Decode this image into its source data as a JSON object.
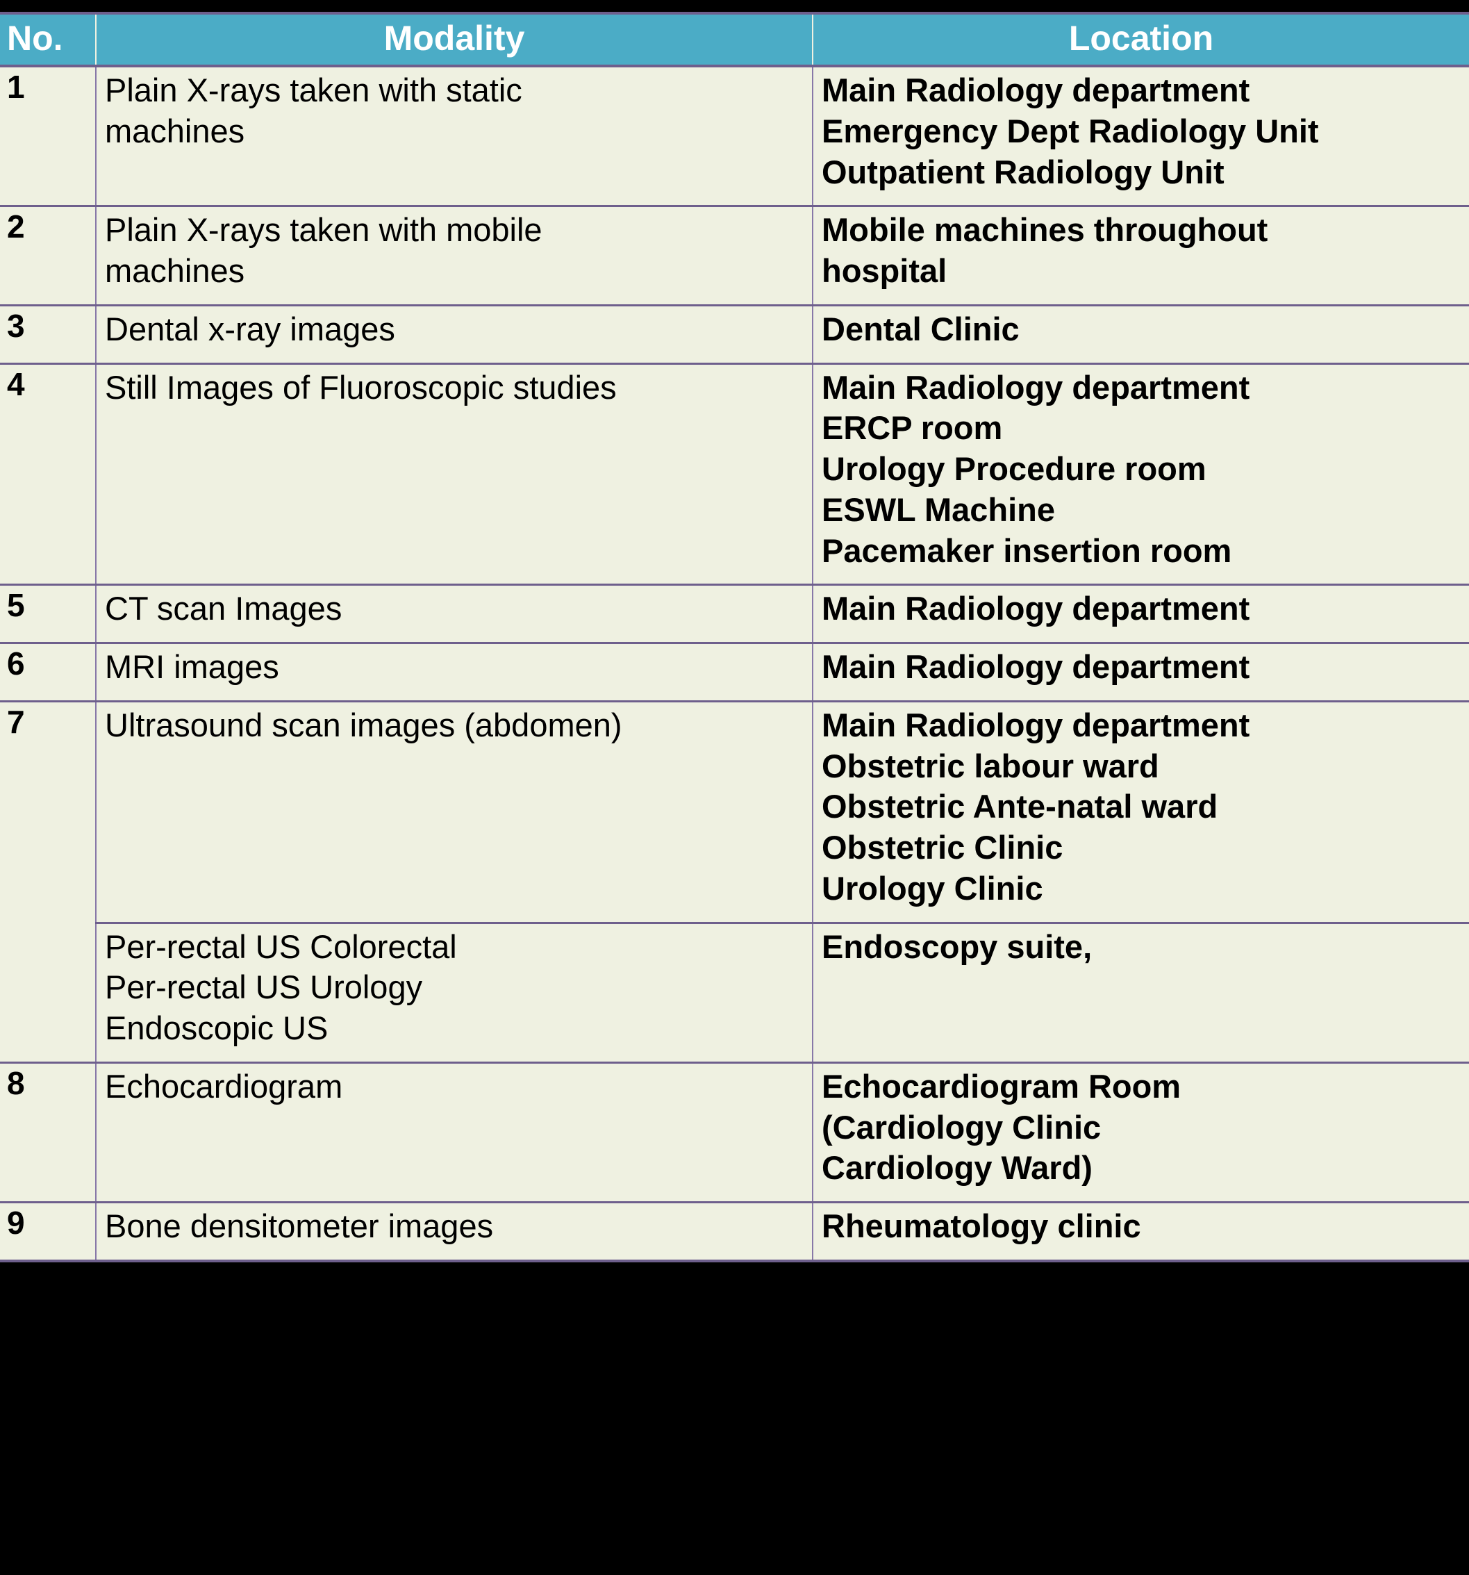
{
  "table": {
    "headers": {
      "no": "No.",
      "modality": "Modality",
      "location": "Location"
    },
    "colors": {
      "header_background": "#4BACC6",
      "header_text": "#FFFFFF",
      "cell_background": "#EFF1E1",
      "cell_text": "#000000",
      "border": "#6E5F8C",
      "page_background": "#000000"
    },
    "rows": [
      {
        "no": "1",
        "modality": [
          "Plain X-rays taken with static",
          "machines"
        ],
        "location": [
          "Main Radiology department",
          "Emergency Dept Radiology Unit",
          "Outpatient Radiology Unit"
        ]
      },
      {
        "no": "2",
        "modality": [
          "Plain X-rays taken with mobile",
          "machines"
        ],
        "location": [
          "Mobile machines throughout",
          "hospital"
        ]
      },
      {
        "no": "3",
        "modality": [
          "Dental x-ray images"
        ],
        "location": [
          "Dental Clinic"
        ]
      },
      {
        "no": "4",
        "modality": [
          "Still Images of Fluoroscopic studies"
        ],
        "location": [
          "Main Radiology department",
          "ERCP room",
          "Urology Procedure room",
          "ESWL Machine",
          "Pacemaker insertion room"
        ]
      },
      {
        "no": "5",
        "modality": [
          "CT scan Images"
        ],
        "location": [
          "Main Radiology department"
        ]
      },
      {
        "no": "6",
        "modality": [
          "MRI images"
        ],
        "location": [
          "Main Radiology department"
        ]
      },
      {
        "no": "7",
        "modality": [
          "Ultrasound scan images (abdomen)"
        ],
        "location": [
          "Main Radiology department",
          "Obstetric labour ward",
          "Obstetric Ante-natal ward",
          "Obstetric Clinic",
          "Urology Clinic"
        ]
      },
      {
        "no": "",
        "modality": [
          "Per-rectal US Colorectal",
          "Per-rectal US Urology",
          "Endoscopic US"
        ],
        "location": [
          "Endoscopy suite,"
        ]
      },
      {
        "no": "8",
        "modality": [
          "Echocardiogram"
        ],
        "location": [
          "Echocardiogram Room",
          "(Cardiology Clinic",
          "Cardiology Ward)"
        ]
      },
      {
        "no": "9",
        "modality": [
          "Bone densitometer images"
        ],
        "location": [
          "Rheumatology clinic"
        ]
      }
    ]
  }
}
